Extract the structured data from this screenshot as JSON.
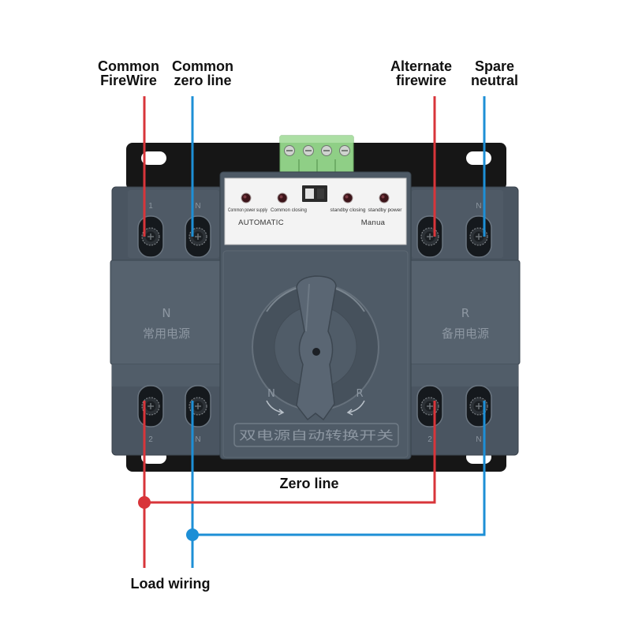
{
  "colors": {
    "live_wire": "#d8353a",
    "neutral_wire": "#1d8fd6"
  },
  "labels": {
    "common_firewire": {
      "line1": "Common",
      "line2": "FireWire"
    },
    "common_zero_line": {
      "line1": "Common",
      "line2": "zero line"
    },
    "alternate_firewire": {
      "line1": "Alternate",
      "line2": "firewire"
    },
    "spare_neutral": {
      "line1": "Spare",
      "line2": "neutral"
    },
    "zero_line": "Zero line",
    "load_wiring": "Load wiring"
  },
  "switch": {
    "indicator_panel": {
      "indicators": [
        {
          "label": "Common power supply"
        },
        {
          "label": "Common closing"
        },
        {
          "label": "standby closing"
        },
        {
          "label": "standby power"
        }
      ],
      "mode_automatic": "AUTOMATIC",
      "mode_manual": "Manua"
    },
    "common_module": {
      "letter": "N",
      "name": "常用电源",
      "top_terminals": [
        "1",
        "N"
      ],
      "bottom_terminals": [
        "2",
        "N"
      ]
    },
    "standby_module": {
      "letter": "R",
      "name": "备用电源",
      "top_terminals": [
        "N"
      ],
      "bottom_terminals": [
        "2",
        "N"
      ]
    },
    "handle_positions": {
      "left": "N",
      "right": "R"
    },
    "product_name": "双电源自动转换开关"
  }
}
